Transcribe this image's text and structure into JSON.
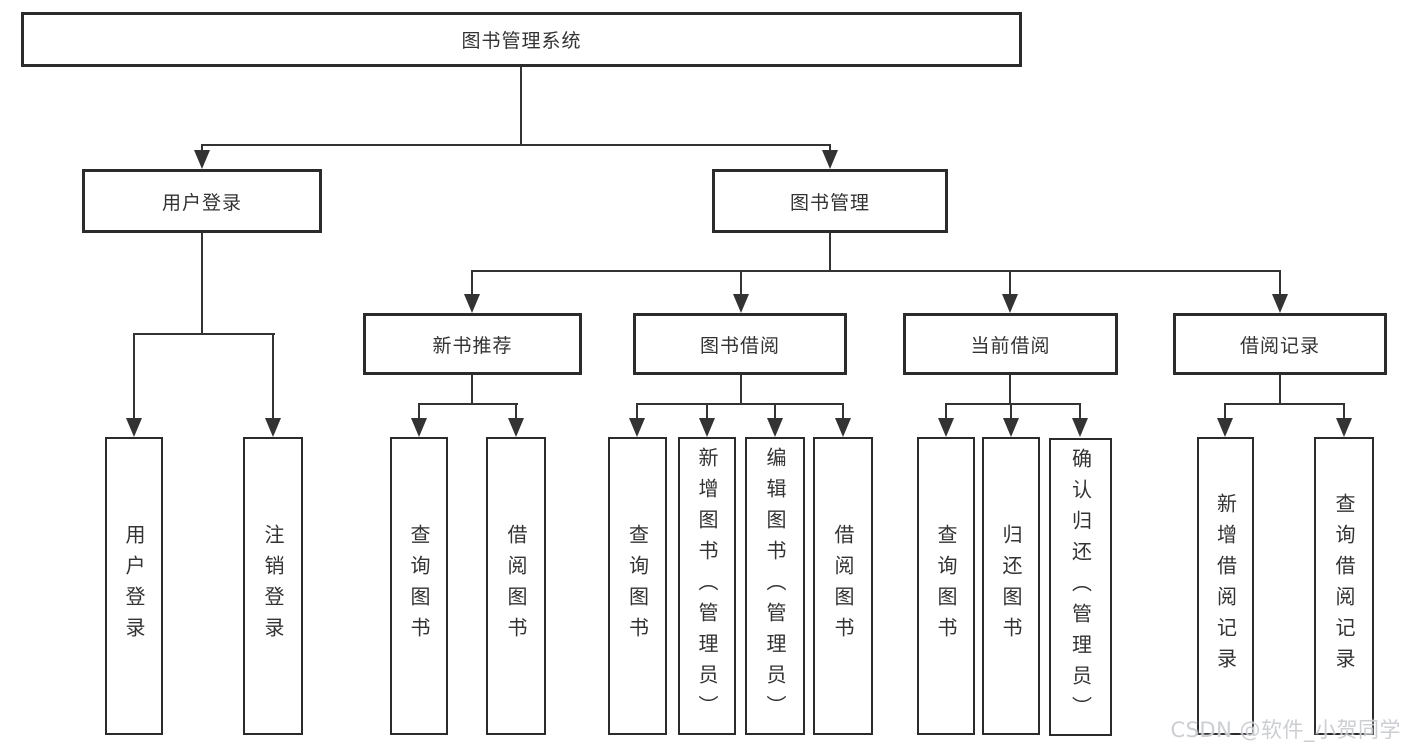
{
  "diagram": {
    "title": "图书管理系统",
    "nodes": {
      "root": "图书管理系统",
      "user_login": "用户登录",
      "book_management": "图书管理",
      "new_book_recommend": "新书推荐",
      "book_borrowing": "图书借阅",
      "current_borrowing": "当前借阅",
      "borrowing_records": "借阅记录",
      "leaf_user_login": "用户登录",
      "leaf_logout": "注销登录",
      "leaf_query_books_a": "查询图书",
      "leaf_borrow_books_a": "借阅图书",
      "leaf_query_books_b": "查询图书",
      "leaf_add_books_admin": "新增图书（管理员）",
      "leaf_edit_books_admin": "编辑图书（管理员）",
      "leaf_borrow_books_b": "借阅图书",
      "leaf_query_books_c": "查询图书",
      "leaf_return_books": "归还图书",
      "leaf_confirm_return_admin": "确认归还（管理员）",
      "leaf_add_borrow_record": "新增借阅记录",
      "leaf_query_borrow_record": "查询借阅记录"
    },
    "colors": {
      "line": "#333333",
      "box_border": "#2b2b2b",
      "text": "#333333",
      "background": "#ffffff"
    }
  },
  "watermark": {
    "text": "CSDN @软件_小贺同学",
    "color": "#c8cbd0"
  }
}
